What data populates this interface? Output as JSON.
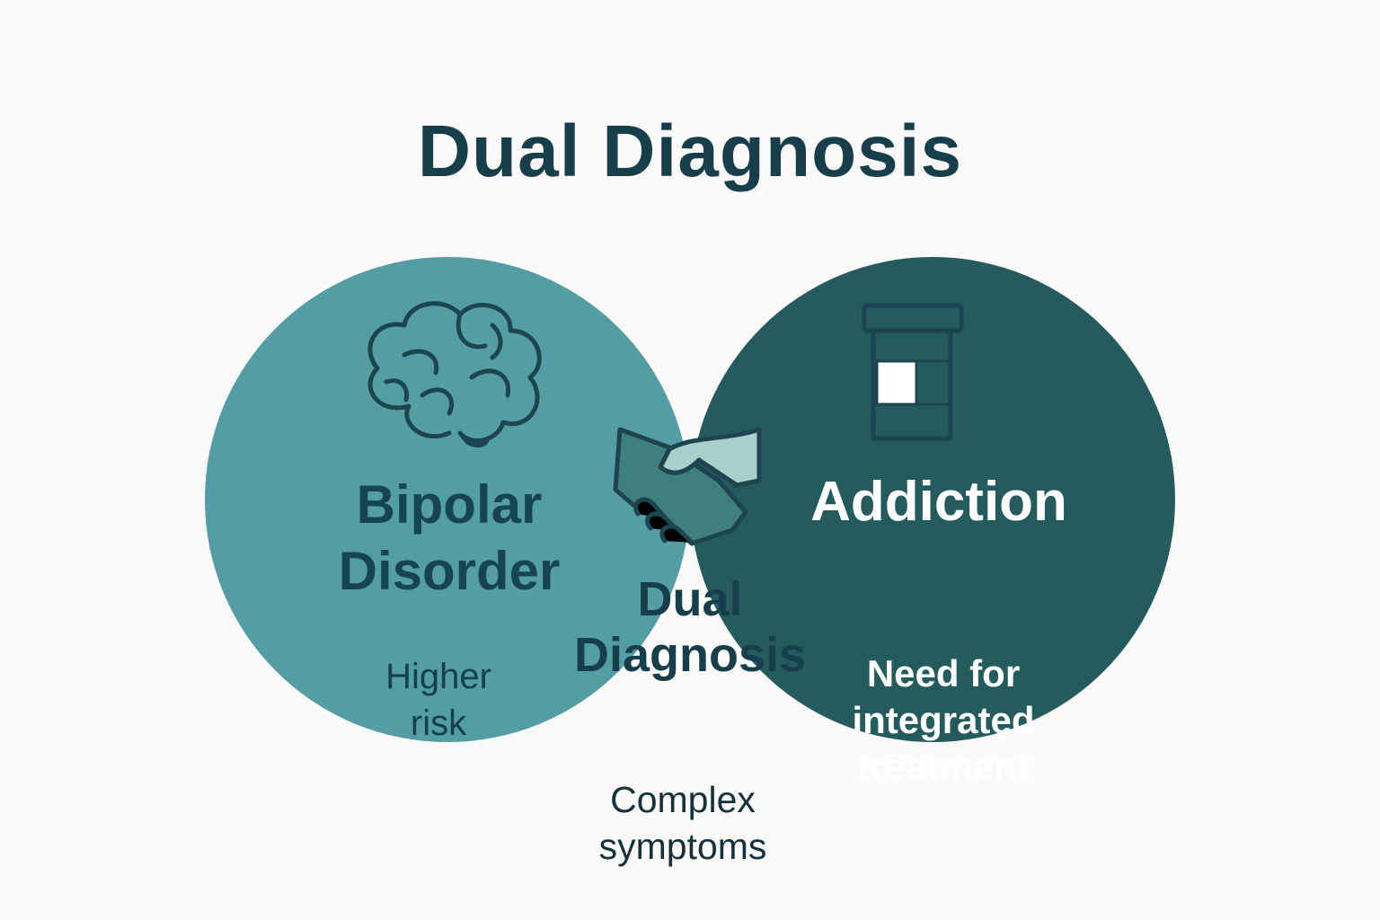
{
  "title": "Dual Diagnosis",
  "left_set": {
    "label": "Bipolar Disorder",
    "note": "Higher risk",
    "icon": "brain-icon",
    "color": "#539ea5"
  },
  "right_set": {
    "label": "Addiction",
    "note": "Need for integrated treatment",
    "icon": "pill-bottle-icon",
    "color": "#245c5e"
  },
  "overlap": {
    "label": "Dual Diagnosis",
    "icon": "handshake-icon",
    "color": "#c5dede"
  },
  "bottom_note": "Complex symptoms",
  "colors": {
    "background": "#fbfaf8",
    "title": "#173f4b",
    "icon_stroke": "#1c4550"
  }
}
